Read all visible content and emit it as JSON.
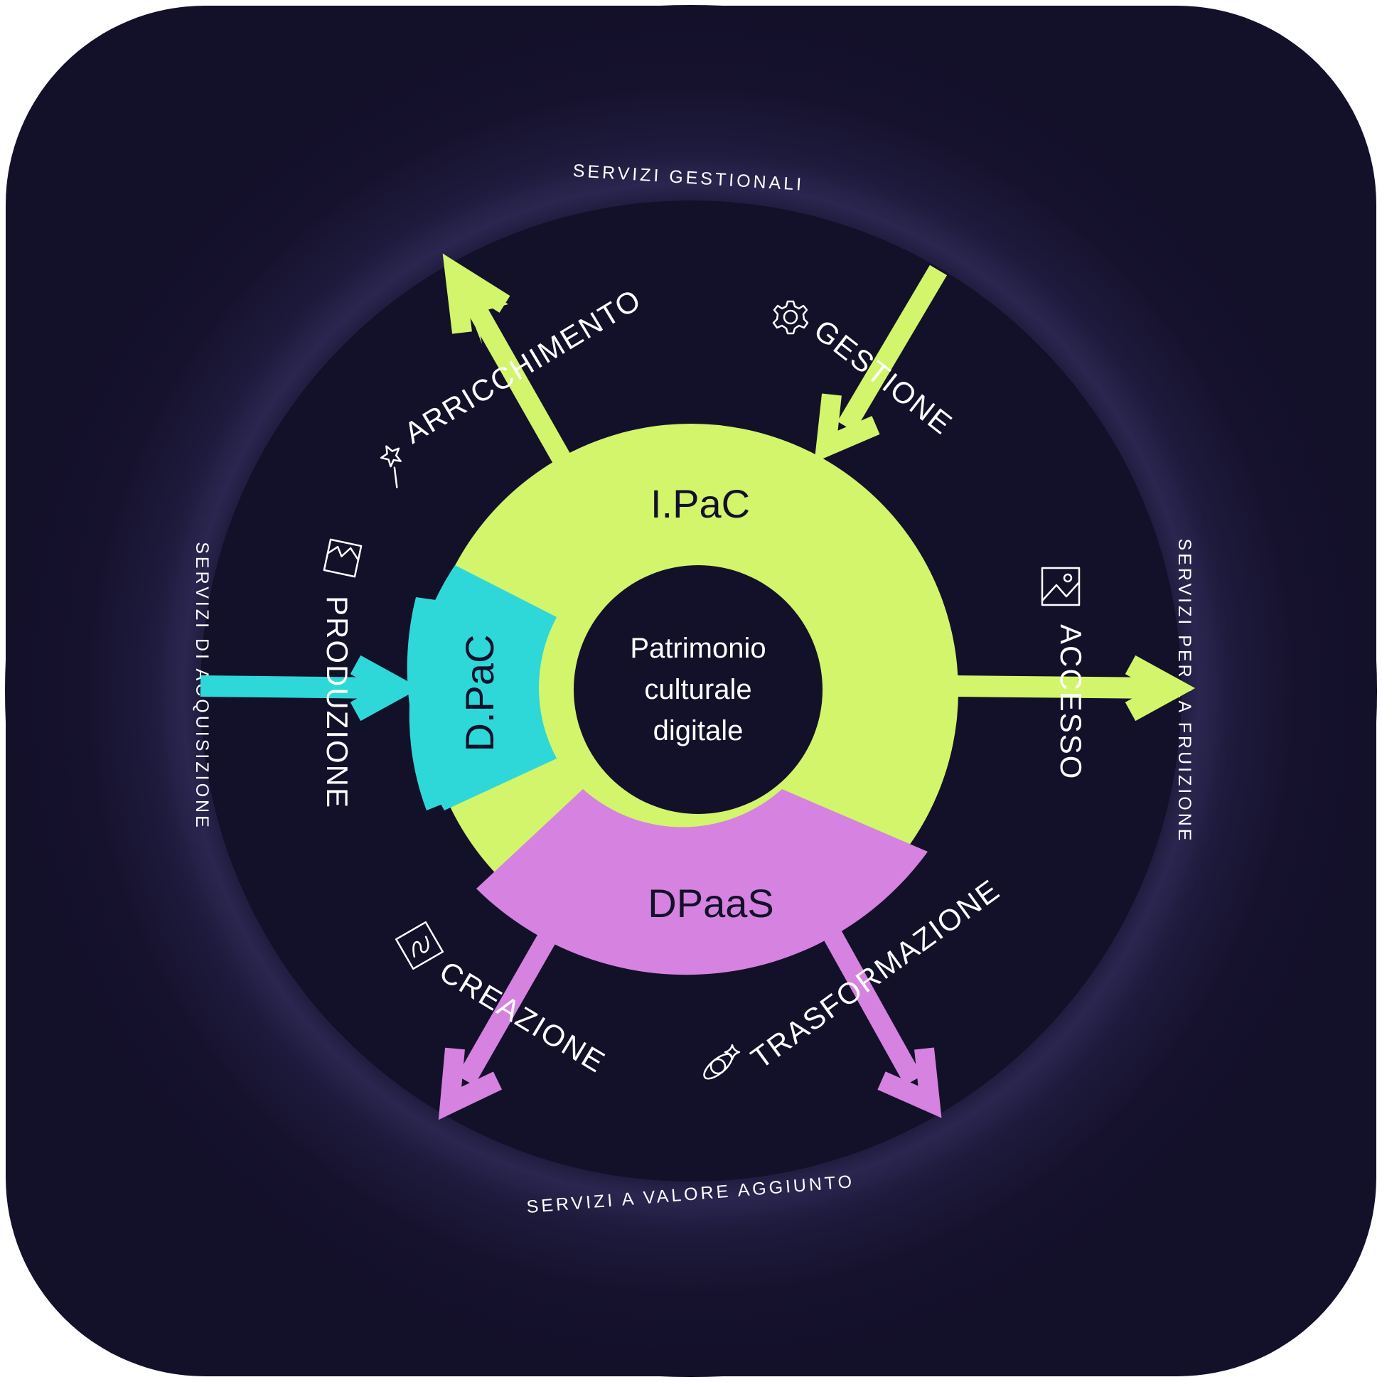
{
  "center": {
    "lines": [
      "Patrimonio",
      "culturale",
      "digitale"
    ]
  },
  "segments": {
    "ipac": "I.PaC",
    "dpac": "D.PaC",
    "dpaas": "DPaaS"
  },
  "services": {
    "top": "SERVIZI GESTIONALI",
    "bottom": "SERVIZI A VALORE AGGIUNTO",
    "left": "SERVIZI DI ACQUISIZIONE",
    "right": "SERVIZI PER LA FRUIZIONE"
  },
  "flows": {
    "arricchimento": {
      "label": "ARRICCHIMENTO",
      "icon": "magic-wand-icon"
    },
    "gestione": {
      "label": "GESTIONE",
      "icon": "gear-icon"
    },
    "produzione": {
      "label": "PRODUZIONE",
      "icon": "camera-frame-icon"
    },
    "accesso": {
      "label": "ACCESSO",
      "icon": "image-icon"
    },
    "creazione": {
      "label": "CREAZIONE",
      "icon": "drawing-frame-icon"
    },
    "trasformazione": {
      "label": "TRASFORMAZIONE",
      "icon": "orbit-sparkle-icon"
    }
  },
  "colors": {
    "background": "#13102a",
    "lime": "#d2f56c",
    "cyan": "#2ed8d8",
    "pink": "#d682e0",
    "white": "#ffffff"
  }
}
